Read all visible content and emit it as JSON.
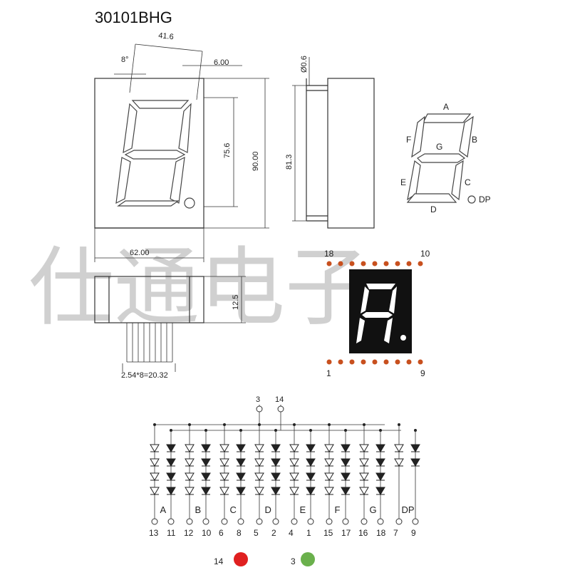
{
  "title": "30101BHG",
  "front_view": {
    "dim_width_top": "41.6",
    "dim_angle": "8°",
    "dim_digit_gap": "6.00",
    "dim_digit_height": "75.6",
    "dim_body_height": "90.00",
    "dim_body_width": "62.00"
  },
  "side_view": {
    "dim_pin_dia": "Ø0.6",
    "dim_height": "81.3"
  },
  "bottom_view": {
    "dim_depth": "12.5",
    "dim_pitch": "2.54*8=20.32"
  },
  "segment_diagram": {
    "labels": [
      "A",
      "B",
      "C",
      "D",
      "E",
      "F",
      "G",
      "DP"
    ]
  },
  "pinout": {
    "pin_top_left": "18",
    "pin_top_right": "10",
    "pin_bottom_left": "1",
    "pin_bottom_right": "9",
    "pad_color": "#c8501e"
  },
  "watermark": "仕通电子",
  "schematic": {
    "common_pins": [
      "3",
      "14"
    ],
    "segments": [
      {
        "label": "A",
        "pins": [
          "13",
          "11"
        ]
      },
      {
        "label": "B",
        "pins": [
          "12",
          "10"
        ]
      },
      {
        "label": "C",
        "pins": [
          "6",
          "8"
        ]
      },
      {
        "label": "D",
        "pins": [
          "5",
          "2"
        ]
      },
      {
        "label": "E",
        "pins": [
          "4",
          "1"
        ]
      },
      {
        "label": "F",
        "pins": [
          "15",
          "17"
        ]
      },
      {
        "label": "G",
        "pins": [
          "16",
          "18"
        ]
      },
      {
        "label": "DP",
        "pins": [
          "7",
          "9"
        ]
      }
    ]
  },
  "legend": [
    {
      "pin": "14",
      "color": "#e02020"
    },
    {
      "pin": "3",
      "color": "#6ab04c"
    }
  ]
}
